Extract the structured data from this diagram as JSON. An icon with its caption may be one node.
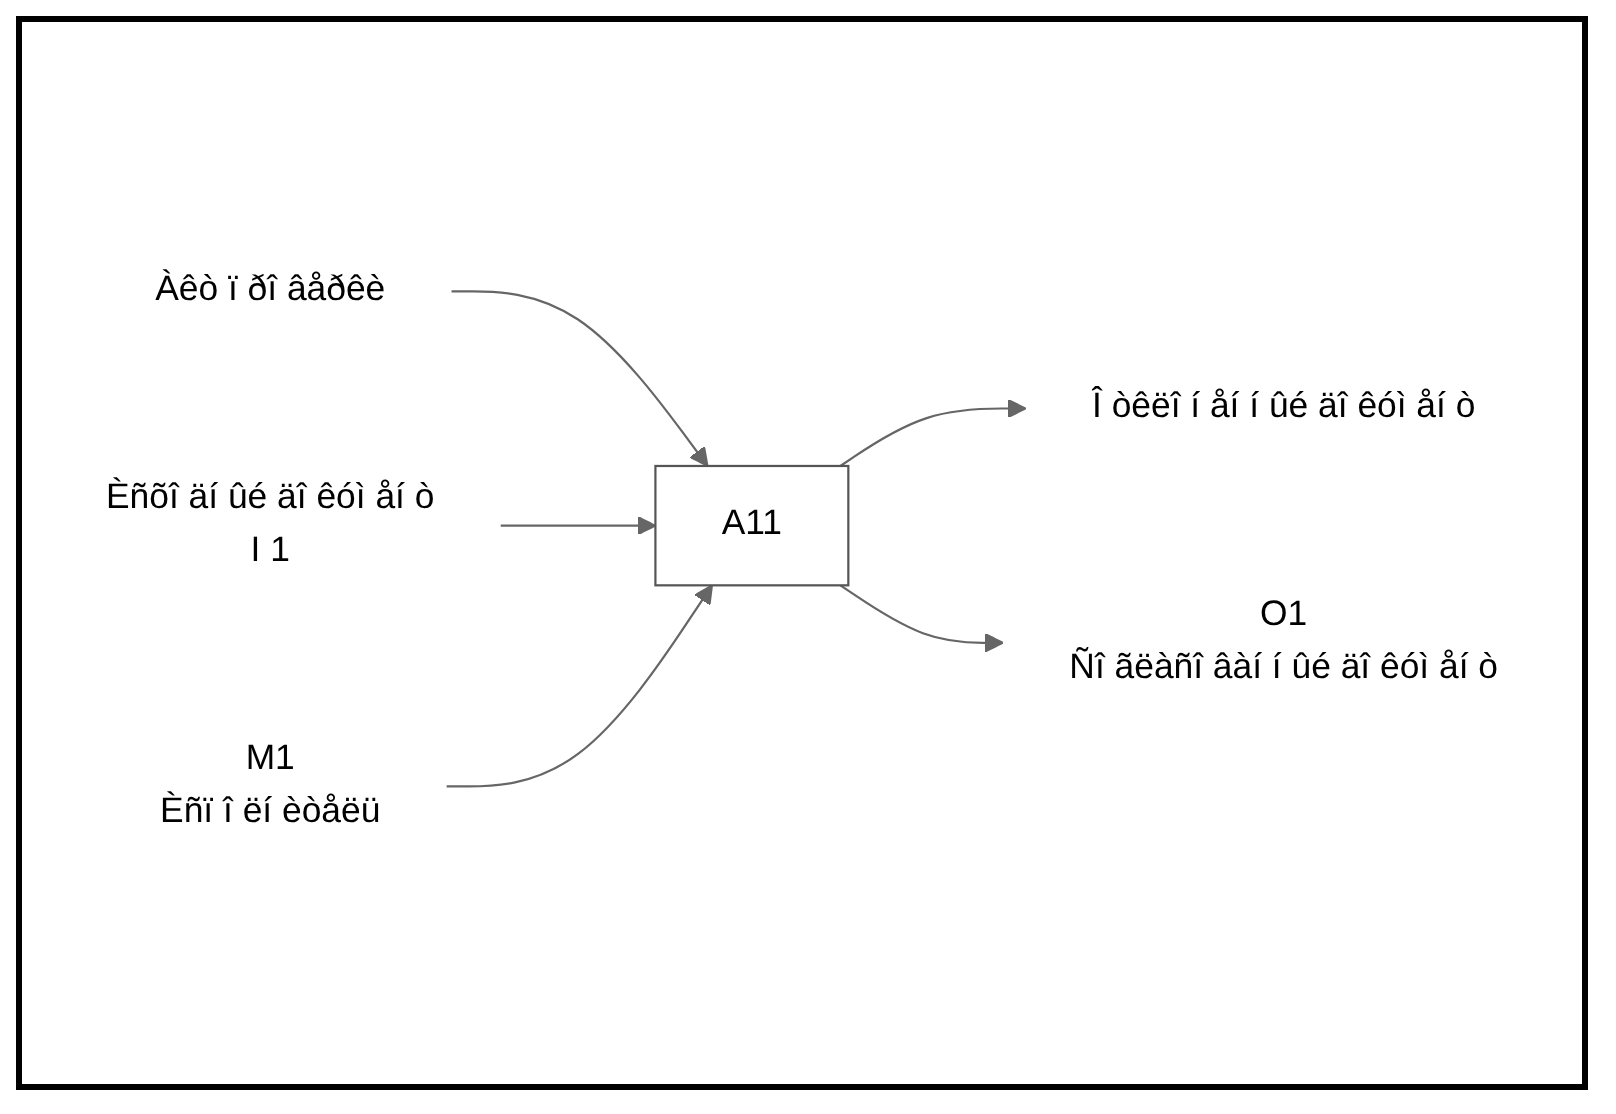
{
  "diagram": {
    "nodes": [
      {
        "text": [
          "Àêò ï ðî âåðêè"
        ]
      },
      {
        "text": [
          "Èñõî äí ûé äî êóì åí ò",
          "I 1"
        ]
      },
      {
        "text": [
          "A11"
        ]
      },
      {
        "text": [
          "Î òêëî í åí í ûé äî êóì åí ò"
        ]
      },
      {
        "text": [
          "O1",
          "Ñî ãëàñî âàí í ûé äî êóì åí ò"
        ]
      },
      {
        "text": [
          "M1",
          "Èñï î ëí èòåëü"
        ]
      }
    ],
    "edges": [
      {
        "from": 0,
        "to": 2,
        "arrow": "to"
      },
      {
        "from": 1,
        "to": 2,
        "arrow": "to"
      },
      {
        "from": 2,
        "to": 3,
        "arrow": "to"
      },
      {
        "from": 2,
        "to": 4,
        "arrow": "to"
      },
      {
        "from": 5,
        "to": 2,
        "arrow": "to"
      }
    ]
  }
}
